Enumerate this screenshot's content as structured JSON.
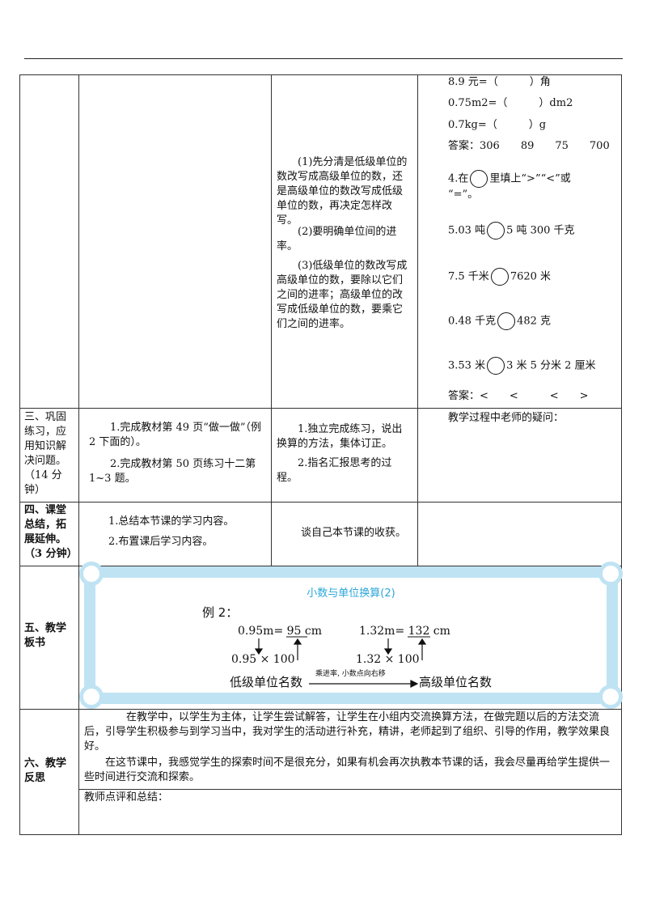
{
  "row1": {
    "process_points": [
      "(1)先分清是低级单位的数改写成高级单位的数，还是高级单位的数改写成低级单位的数，再决定怎样改写。",
      "(2)要明确单位间的进率。",
      "(3)低级单位的数改写成高级单位的数，要除以它们之间的进率；高级单位的改写成低级单位的数，要乘它们之间的进率。"
    ],
    "exercise_lines": [
      "8.9 元=（　　　）角",
      "0.75m2=（　　　）dm2",
      "0.7kg=（　　　）g"
    ],
    "answer1": "答案：306　　89　　75　　700",
    "q4_a": "4.在",
    "q4_b": "里填上“>”“<”或",
    "q4_c": "“=”。",
    "compare": [
      {
        "left": "5.03 吨",
        "right": "5 吨 300 千克"
      },
      {
        "left": "7.5 千米",
        "right": "7620 米"
      },
      {
        "left": "0.48 千克",
        "right": "482 克"
      },
      {
        "left": "3.53 米",
        "right": "3 米 5 分米 2 厘米"
      }
    ],
    "answer2": "答案：<　　<　　　<　　>"
  },
  "row2": {
    "stage": "三、巩固练习，应用知识解决问题。",
    "time": "（14 分钟）",
    "teacher": [
      "1.完成教材第 49 页“做一做”（例 2 下面的）。",
      "2.完成教材第 50 页练习十二第 1~3 题。"
    ],
    "student": [
      "1.独立完成练习，说出换算的方法，集体订正。",
      "2.指名汇报思考的过程。"
    ],
    "note": "教学过程中老师的疑问："
  },
  "row3": {
    "stage": "四、课堂总结，拓展延伸。（3 分钟）",
    "teacher": [
      "1.总结本节课的学习内容。",
      "2.布置课后学习内容。"
    ],
    "student": "谈自己本节课的收获。"
  },
  "row4": {
    "stage": "五、教学板书",
    "board_title": "小数与单位换算(2)",
    "example": "例 2：",
    "eq1": "0.95m= 95 cm",
    "eq1_calc": "0.95 × 100",
    "eq2": "1.32m= 132 cm",
    "eq2_calc": "1.32 × 100",
    "low": "低级单位名数",
    "arrow_note": "乘进率, 小数点向右移",
    "high": "高级单位名数"
  },
  "row5": {
    "stage": "六、教学反思",
    "p1": "在教学中，以学生为主体，让学生尝试解答，让学生在小组内交流换算方法，在做完题以后的方法交流后，引导学生积极参与到学习当中，我对学生的活动进行补充，精讲，老师起到了组织、引导的作用，教学效果良好。",
    "p2": "在这节课中，我感觉学生的探索时间不是很充分，如果有机会再次执教本节课的话，我会尽量再给学生提供一些时间进行交流和探索。",
    "comment": "教师点评和总结："
  },
  "colors": {
    "board_frame": "#bfe3f3",
    "board_title": "#2aa6d8"
  }
}
